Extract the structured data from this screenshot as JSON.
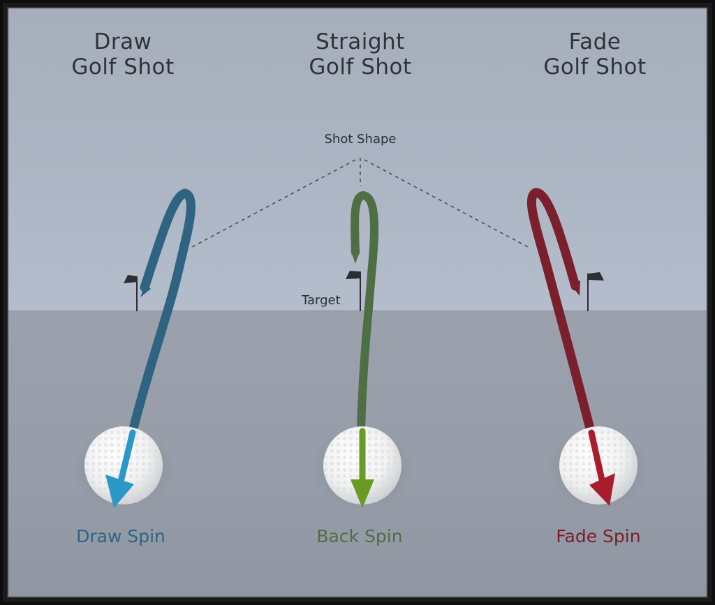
{
  "titles": {
    "draw": {
      "line1": "Draw",
      "line2": "Golf Shot"
    },
    "straight": {
      "line1": "Straight",
      "line2": "Golf Shot"
    },
    "fade": {
      "line1": "Fade",
      "line2": "Golf Shot"
    }
  },
  "labels": {
    "shot_shape": "Shot Shape",
    "target": "Target",
    "draw_spin": "Draw Spin",
    "back_spin": "Back Spin",
    "fade_spin": "Fade Spin"
  },
  "colors": {
    "draw": "#2f6382",
    "straight": "#4e6e44",
    "fade": "#7a1f2b",
    "draw_spin_arrow": "#2a98c8",
    "back_spin_arrow": "#6a9a24",
    "fade_spin_arrow": "#a81c2e",
    "flag": "#2b2e33"
  }
}
